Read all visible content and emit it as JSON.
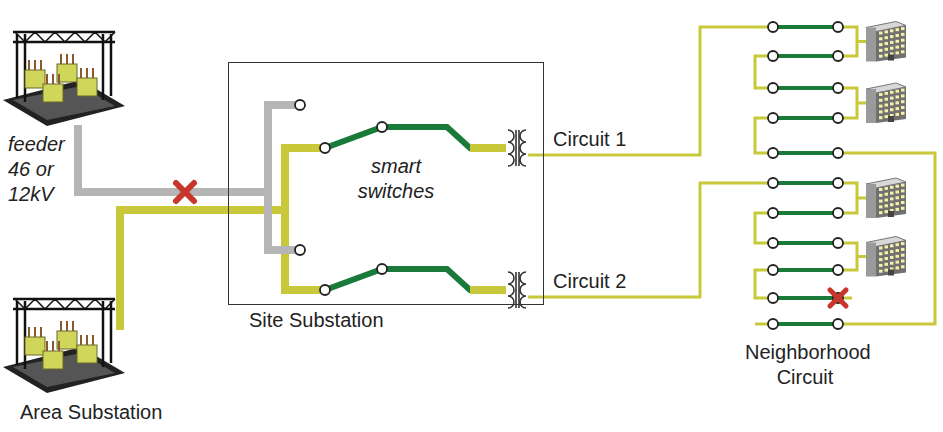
{
  "diagram": {
    "nodes": [
      {
        "text": [
          "Site Substation"
        ]
      }
    ],
    "labels": [
      "feeder 46 or 12kV",
      "smart switches",
      "Circuit 1",
      "Circuit 2",
      "Area Substation",
      "Neighborhood Circuit"
    ]
  }
}
